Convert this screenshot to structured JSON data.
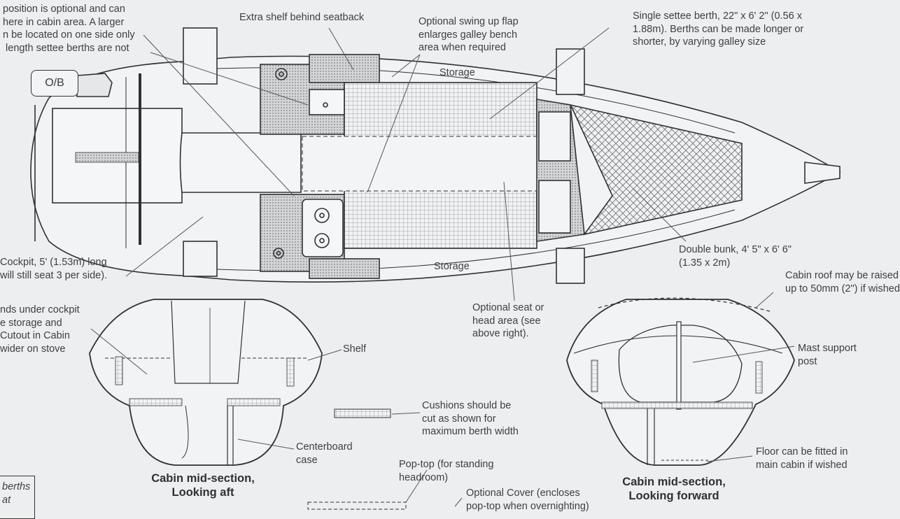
{
  "labels": {
    "top_left_note": "position is optional and can\nhere in cabin area. A larger\nn be located on one side only\n length settee berths are not",
    "extra_shelf": "Extra shelf behind seatback",
    "swing_flap": "Optional swing up flap\nenlarges galley bench\narea when required",
    "single_settee": "Single settee berth, 22\" x 6' 2\" (0.56 x\n1.88m). Berths can be made longer or\nshorter, by varying galley size",
    "outboard": "O/B",
    "storage_top": "Storage",
    "storage_bottom": "Storage",
    "cockpit": "Cockpit, 5' (1.53m) long\nwill still seat 3 per side).",
    "double_bunk": "Double bunk, 4' 5\" x 6' 6\"\n(1.35 x 2m)",
    "cabin_roof": "Cabin roof may be raised\nup to 50mm (2\") if wished",
    "under_cockpit": "nds under cockpit\ne storage and\nCutout in Cabin\nwider on stove",
    "optional_seat": "Optional seat or\nhead area (see\nabove right).",
    "shelf": "Shelf",
    "mast_support": "Mast support\npost",
    "cushions": "Cushions should be\ncut as shown for\nmaximum berth width",
    "centerboard": "Centerboard\ncase",
    "floor": "Floor can be fitted in\nmain cabin if wished",
    "pop_top": "Pop-top (for standing\nheadroom)",
    "optional_cover": "Optional Cover (encloses\npop-top when overnighting)",
    "corner_box": "berths\nat"
  },
  "captions": {
    "aft": "Cabin mid-section,\nLooking aft",
    "forward": "Cabin mid-section,\nLooking forward"
  }
}
